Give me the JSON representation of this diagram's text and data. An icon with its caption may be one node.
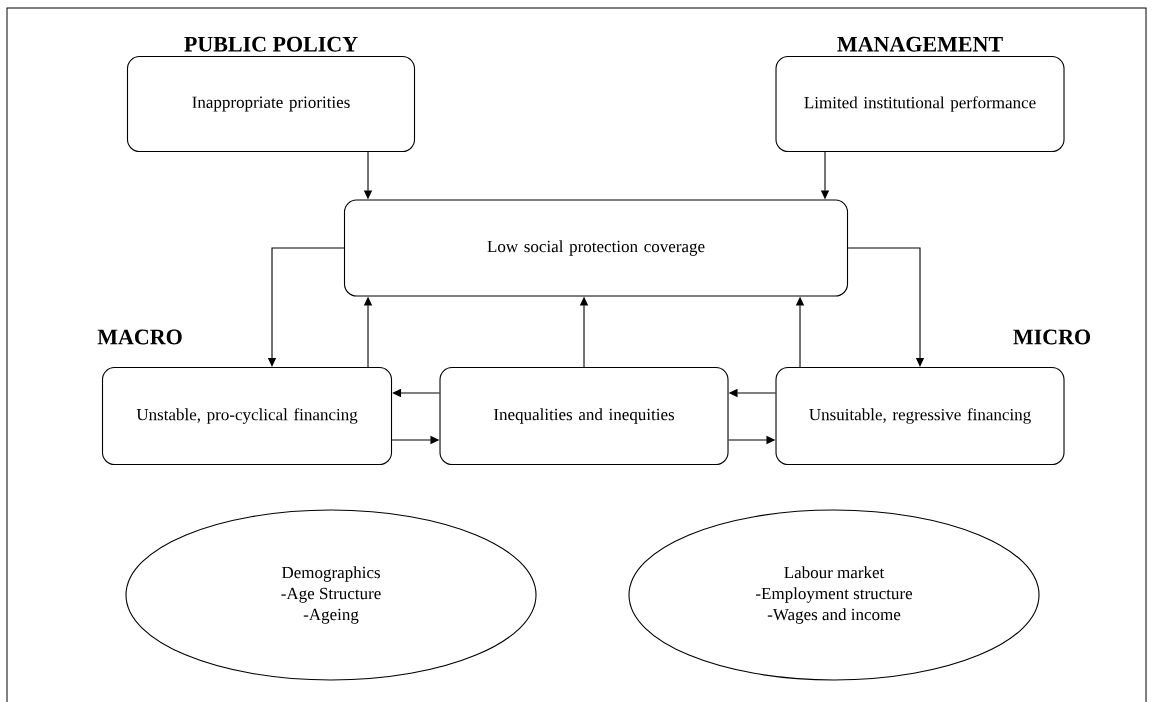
{
  "diagram": {
    "nodes": [
      {
        "text": [
          "PUBLIC POLICY",
          "Inappropriate priorities"
        ]
      },
      {
        "text": [
          "MANAGEMENT",
          "Limited institutional performance"
        ]
      },
      {
        "text": [
          "Low social protection coverage"
        ]
      },
      {
        "text": [
          "Unstable, pro-cyclical financing"
        ]
      },
      {
        "text": [
          "Inequalities and inequities"
        ]
      },
      {
        "text": [
          "Unsuitable, regressive financing"
        ]
      },
      {
        "text": [
          "Demographics",
          "-Age Structure",
          "-Ageing"
        ]
      },
      {
        "text": [
          "Labour market",
          "-Employment structure",
          "-Wages and income"
        ]
      }
    ],
    "edges": [
      {
        "from": 0,
        "to": 2,
        "arrow": "to"
      },
      {
        "from": 1,
        "to": 2,
        "arrow": "to"
      },
      {
        "from": 2,
        "to": 3,
        "arrow": "to"
      },
      {
        "from": 3,
        "to": 2,
        "arrow": "to"
      },
      {
        "from": 4,
        "to": 2,
        "arrow": "to"
      },
      {
        "from": 5,
        "to": 2,
        "arrow": "to"
      },
      {
        "from": 2,
        "to": 5,
        "arrow": "to"
      },
      {
        "from": 4,
        "to": 3,
        "arrow": "to"
      },
      {
        "from": 3,
        "to": 4,
        "arrow": "to"
      },
      {
        "from": 5,
        "to": 4,
        "arrow": "to"
      },
      {
        "from": 4,
        "to": 5,
        "arrow": "to"
      }
    ],
    "labels": [
      "MACRO",
      "MICRO"
    ]
  }
}
